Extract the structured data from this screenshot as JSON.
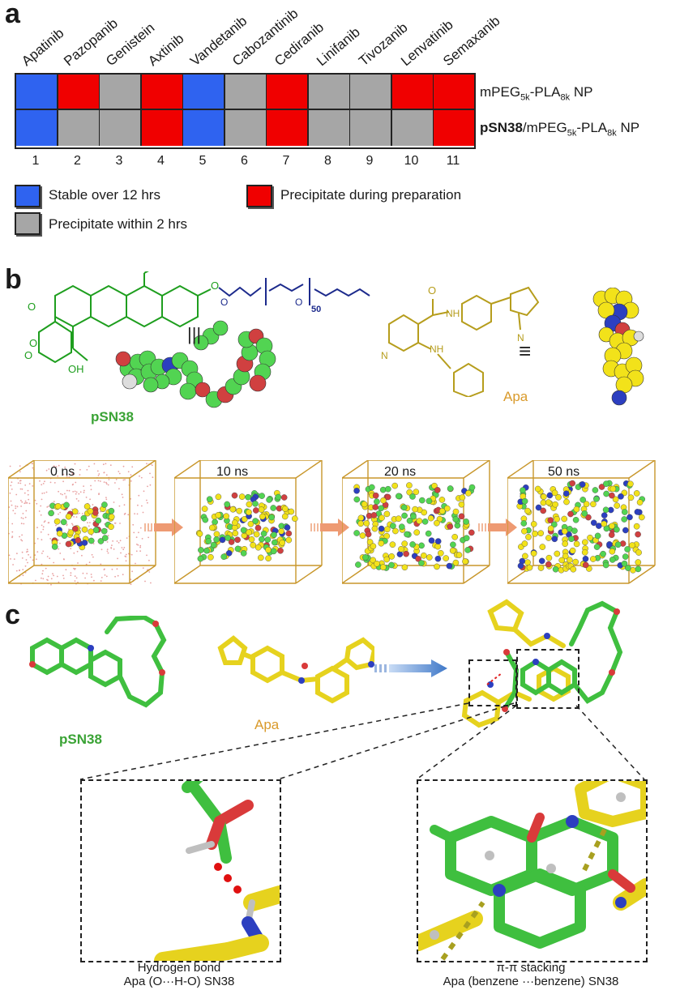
{
  "panels": {
    "a": "a",
    "b": "b",
    "c": "c"
  },
  "panel_a": {
    "drugs": [
      "Apatinib",
      "Pazopanib",
      "Genistein",
      "Axtinib",
      "Vandetanib",
      "Cabozantinib",
      "Cediranib",
      "Linifanib",
      "Tivozanib",
      "Lenvatinib",
      "Semaxanib"
    ],
    "numbers": [
      "1",
      "2",
      "3",
      "4",
      "5",
      "6",
      "7",
      "8",
      "9",
      "10",
      "11"
    ],
    "row1": {
      "label_pre": "mPEG",
      "label_sub1": "5k",
      "label_mid": "-PLA",
      "label_sub2": "8k",
      "label_post": " NP",
      "states": [
        "stable",
        "precip",
        "quick",
        "precip",
        "stable",
        "quick",
        "precip",
        "quick",
        "quick",
        "precip",
        "precip"
      ]
    },
    "row2": {
      "label_bold": "pSN38",
      "label_pre": "/mPEG",
      "label_sub1": "5k",
      "label_mid": "-PLA",
      "label_sub2": "8k",
      "label_post": " NP",
      "states": [
        "stable",
        "quick",
        "quick",
        "precip",
        "stable",
        "quick",
        "precip",
        "quick",
        "quick",
        "quick",
        "precip"
      ]
    },
    "colors": {
      "stable": "#2f63f0",
      "precip": "#f00000",
      "quick": "#a6a6a6"
    },
    "legend": {
      "stable": "Stable over 12 hrs",
      "quick": "Precipitate within 2 hrs",
      "precip": "Precipitate during preparation"
    }
  },
  "panel_b": {
    "psn38_label": "pSN38",
    "apa_label": "Apa",
    "repeat_subscript": "50",
    "equiv_symbol": "≡",
    "timepoints": [
      "0 ns",
      "10 ns",
      "20 ns",
      "50 ns"
    ]
  },
  "panel_c": {
    "psn38_label": "pSN38",
    "apa_label": "Apa",
    "hbond_title": "Hydrogen bond",
    "hbond_detail": "Apa (O···H-O) SN38",
    "pipi_title": "π-π stacking",
    "pipi_detail": "Apa (benzene ···benzene) SN38"
  }
}
